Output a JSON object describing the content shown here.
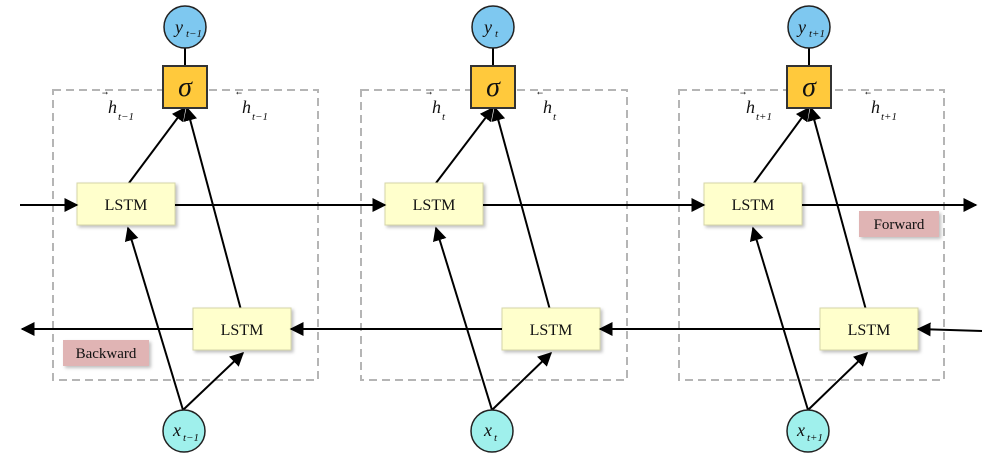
{
  "colors": {
    "lstm_fill": "#ffffcc",
    "lstm_stroke": "#d6d6a8",
    "sigma_fill": "#ffc93c",
    "sigma_stroke": "#333333",
    "output_fill": "#7ec8f0",
    "input_fill": "#9ff0ec",
    "tag_fill": "#e0b4b4",
    "dashed_box": "#b5b5b5",
    "arrow": "#000000"
  },
  "lstm_label": "LSTM",
  "sigma_symbol": "σ",
  "forward_label": "Forward",
  "backward_label": "Backward",
  "steps": [
    {
      "output": {
        "var": "y",
        "sub": "t−1"
      },
      "input": {
        "var": "x",
        "sub": "t−1"
      },
      "h_forward": {
        "var": "h",
        "sub": "t−1"
      },
      "h_backward": {
        "var": "h",
        "sub": "t−1"
      }
    },
    {
      "output": {
        "var": "y",
        "sub": "t"
      },
      "input": {
        "var": "x",
        "sub": "t"
      },
      "h_forward": {
        "var": "h",
        "sub": "t"
      },
      "h_backward": {
        "var": "h",
        "sub": "t"
      }
    },
    {
      "output": {
        "var": "y",
        "sub": "t+1"
      },
      "input": {
        "var": "x",
        "sub": "t+1"
      },
      "h_forward": {
        "var": "h",
        "sub": "t+1"
      },
      "h_backward": {
        "var": "h",
        "sub": "t+1"
      }
    }
  ]
}
